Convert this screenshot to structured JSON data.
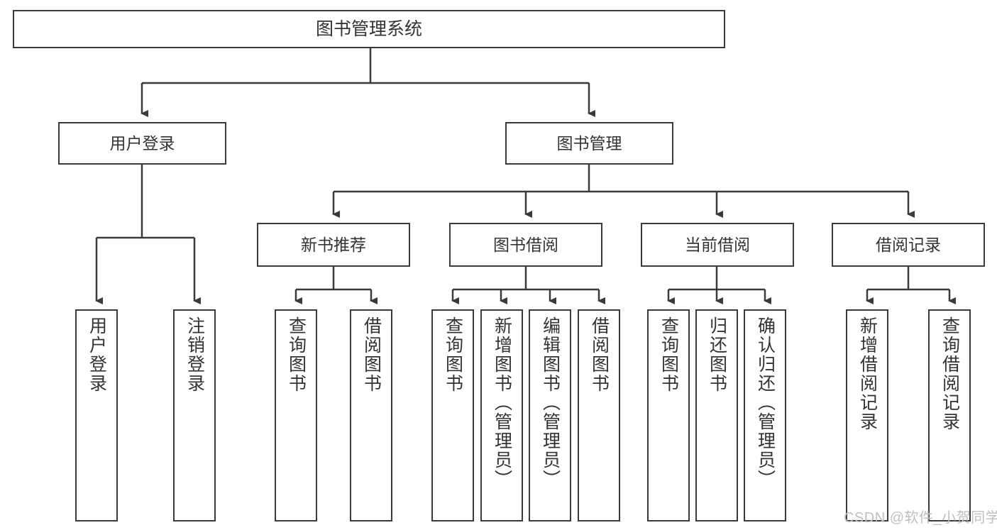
{
  "diagram": {
    "title": "图书管理系统",
    "root": {
      "label": "图书管理系统"
    },
    "level2": [
      {
        "label": "用户登录"
      },
      {
        "label": "图书管理"
      }
    ],
    "level3": [
      {
        "label": "新书推荐"
      },
      {
        "label": "图书借阅"
      },
      {
        "label": "当前借阅"
      },
      {
        "label": "借阅记录"
      }
    ],
    "leaves": {
      "user_login": [
        {
          "label": "用户登录"
        },
        {
          "label": "注销登录"
        }
      ],
      "new_book_recommend": [
        {
          "label": "查询图书"
        },
        {
          "label": "借阅图书"
        }
      ],
      "book_borrow": [
        {
          "label": "查询图书"
        },
        {
          "label": "新增图书（管理员）"
        },
        {
          "label": "编辑图书（管理员）"
        },
        {
          "label": "借阅图书"
        }
      ],
      "current_borrow": [
        {
          "label": "查询图书"
        },
        {
          "label": "归还图书"
        },
        {
          "label": "确认归还（管理员）"
        }
      ],
      "borrow_record": [
        {
          "label": "新增借阅记录"
        },
        {
          "label": "查询借阅记录"
        }
      ]
    }
  },
  "watermark": {
    "text": "CSDN @软件_小贺同学"
  },
  "colors": {
    "stroke": "#3a3a3a",
    "text": "#333333",
    "background": "#ffffff",
    "watermark": "#bfbfbf"
  }
}
